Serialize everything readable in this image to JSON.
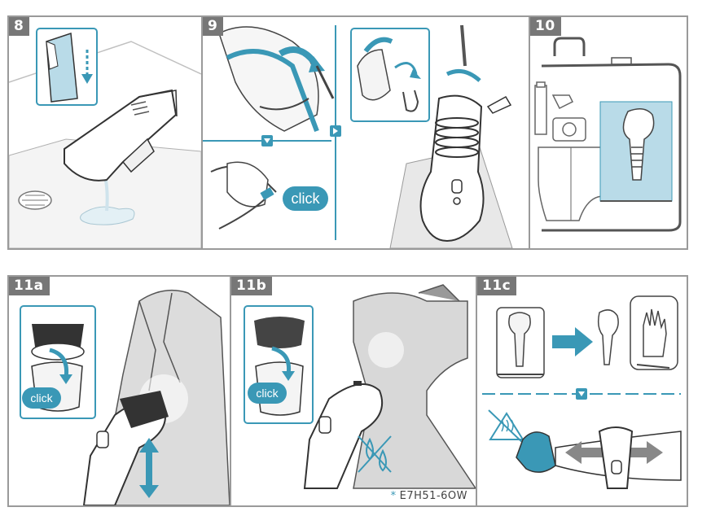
{
  "steps": {
    "s8": "8",
    "s9": "9",
    "s10": "10",
    "s11a": "11a",
    "s11b": "11b",
    "s11c": "11c"
  },
  "labels": {
    "click_9": "click",
    "click_11a": "click",
    "click_11b": "click"
  },
  "model_code": {
    "star": "*",
    "code": "E7H51-6OW"
  },
  "colors": {
    "accent_blue": "#3a98b6",
    "panel_border": "#9a9a9a",
    "label_bg": "#777777",
    "inset_fill": "#b9dbe8"
  }
}
